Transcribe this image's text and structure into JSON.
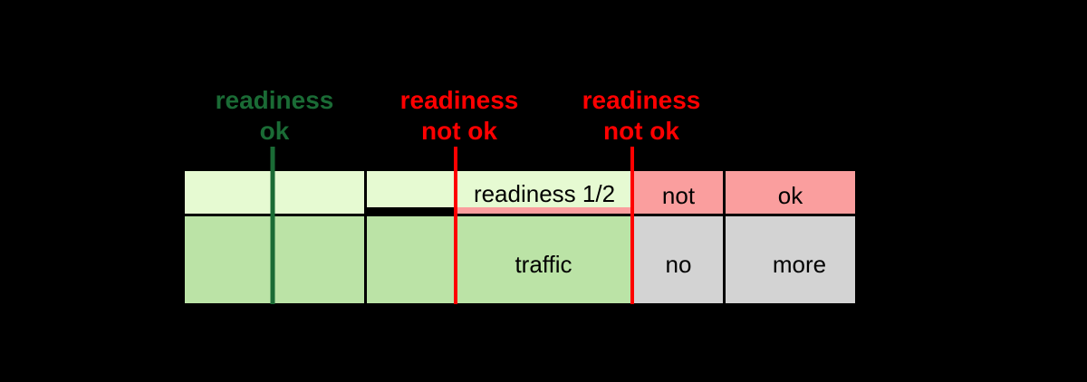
{
  "colors": {
    "background": "#000000",
    "light_green": "#e6fad2",
    "mid_green": "#bbe3a6",
    "pink": "#fa9e9e",
    "grey": "#d3d3d3",
    "ok_green": "#1a6b35",
    "not_ok_red": "#ff0000"
  },
  "markers": [
    {
      "line1": "readiness",
      "line2": "ok",
      "state": "ok"
    },
    {
      "line1": "readiness",
      "line2": "not ok",
      "state": "not_ok"
    },
    {
      "line1": "readiness",
      "line2": "not ok",
      "state": "not_ok"
    }
  ],
  "rows": {
    "readiness": {
      "partial_label": "readiness 1/2",
      "not_label": "not",
      "ok_label": "ok"
    },
    "traffic": {
      "traffic_label": "traffic",
      "no_label": "no",
      "more_label": "more"
    }
  }
}
